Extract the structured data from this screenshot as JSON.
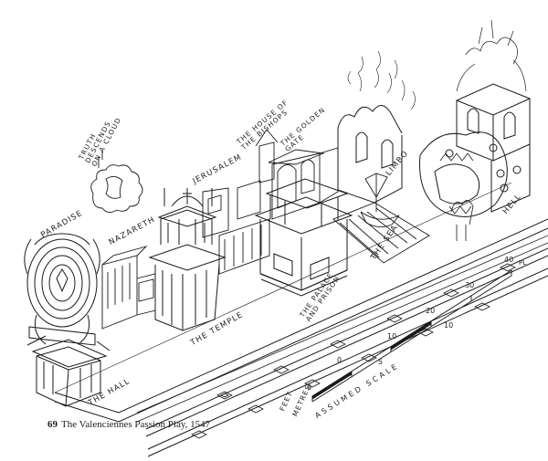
{
  "labels": {
    "paradise": "PARADISE",
    "truth": "TRUTH\nDESCENDS\nON A CLOUD",
    "nazareth": "NAZARETH",
    "jerusalem": "JERUSALEM",
    "house_of_bishops": "THE HOUSE OF\nTHE BISHOPS",
    "golden_gate": "THE GOLDEN\nGATE",
    "limbo": "LIMBO",
    "hell": "HELL",
    "the_sea": "THE SEA",
    "palace_prison": "THE PALACE\nAND PRISON",
    "temple": "THE TEMPLE",
    "hall": "THE HALL"
  },
  "scale": {
    "feet_label": "FEET",
    "metres_label": "METRES",
    "assumed": "ASSUMED SCALE",
    "feet_ticks": [
      "0",
      "10",
      "20",
      "30",
      "40"
    ],
    "metre_ticks": [
      "0",
      "5",
      "10"
    ],
    "pl": "PL"
  },
  "caption": {
    "number": "69",
    "text": "The Valenciennes Passion Play, 1547"
  }
}
